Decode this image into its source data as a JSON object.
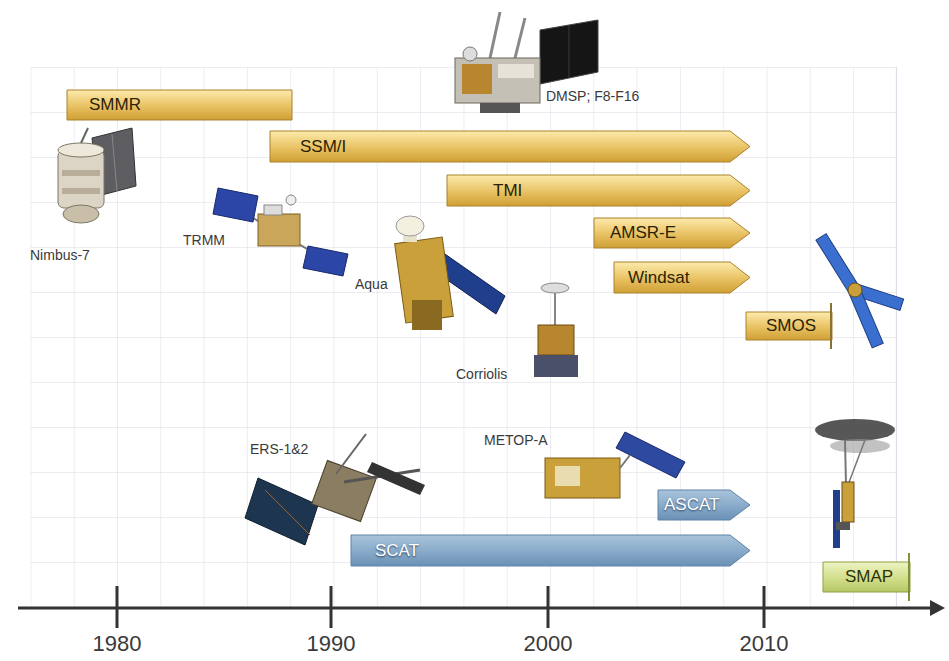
{
  "diagram": {
    "nodes": [
      {
        "text": [
          "SMMR"
        ]
      },
      {
        "text": [
          "SSM/I"
        ]
      },
      {
        "text": [
          "TMI"
        ]
      },
      {
        "text": [
          "AMSR-E"
        ]
      },
      {
        "text": [
          "Windsat"
        ]
      },
      {
        "text": [
          "SMOS"
        ]
      },
      {
        "text": [
          "ASCAT"
        ]
      },
      {
        "text": [
          "SCAT"
        ]
      },
      {
        "text": [
          "SMAP"
        ]
      }
    ],
    "labels": [
      "DMSP; F8-F16",
      "Nimbus-7",
      "TRMM",
      "Aqua",
      "Corriolis",
      "ERS-1&2",
      "METOP-A",
      "1980",
      "1990",
      "2000",
      "2010"
    ]
  }
}
